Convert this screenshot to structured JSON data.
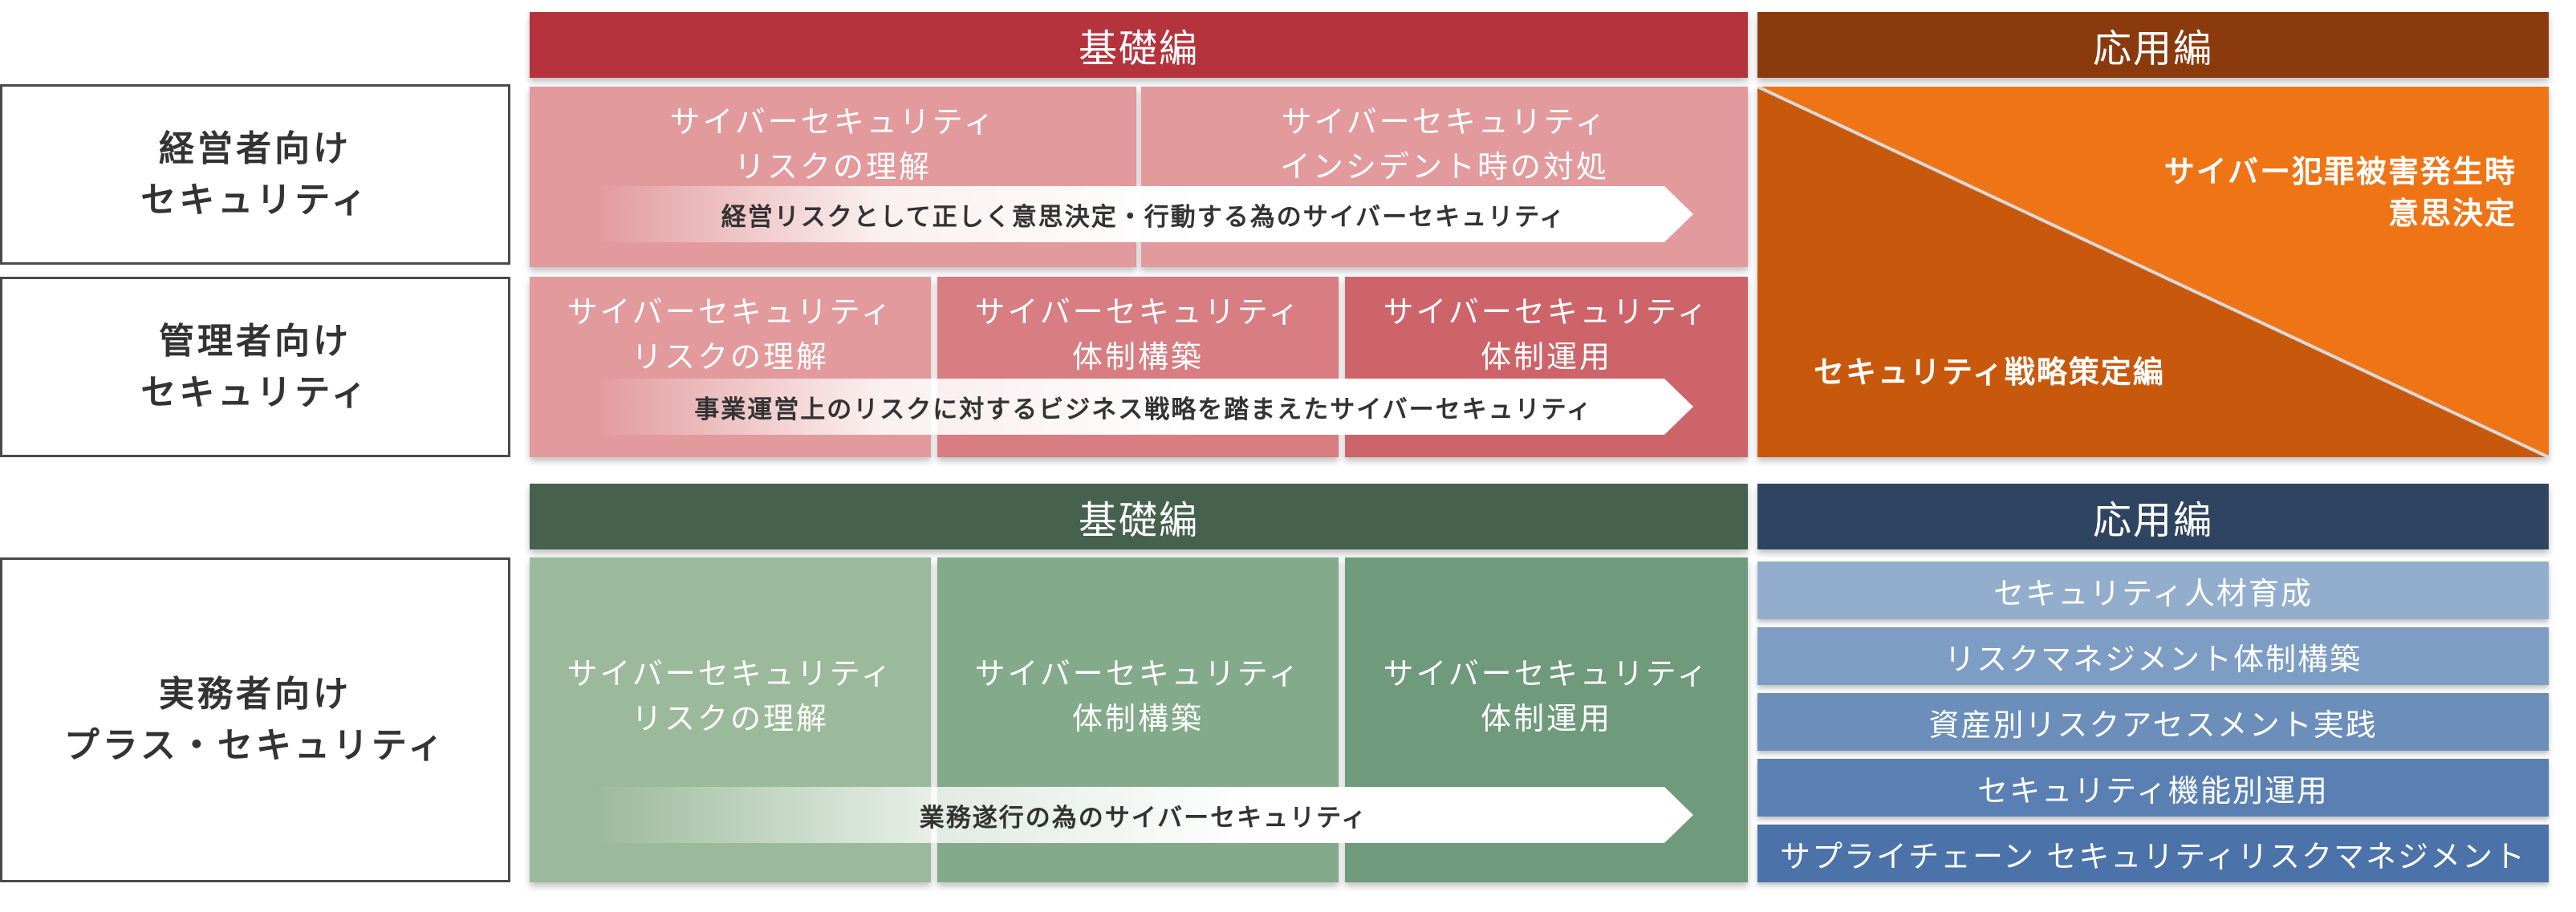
{
  "colors": {
    "basic_header_top": "#b5333c",
    "applied_header_top": "#8b3a0e",
    "pink_light": "#e29a9c",
    "pink_mid": "#d87d81",
    "pink_dark": "#cd6469",
    "orange_light": "#ef7416",
    "orange_dark": "#c8590c",
    "basic_header_bottom": "#46614e",
    "applied_header_bottom": "#2e4461",
    "green_light": "#9bba9b",
    "green_mid": "#83aa8b",
    "green_dark": "#6f9a7c",
    "blue_1": "#93aecd",
    "blue_2": "#7e9dc4",
    "blue_3": "#6b8ebb",
    "blue_4": "#5a80b3",
    "blue_5": "#4b72a9"
  },
  "row_labels": {
    "executive": [
      "経営者向け",
      "セキュリティ"
    ],
    "manager": [
      "管理者向け",
      "セキュリティ"
    ],
    "practitioner": [
      "実務者向け",
      "プラス・セキュリティ"
    ]
  },
  "top": {
    "basic_header": "基礎編",
    "applied_header": "応用編",
    "executive_cells": [
      [
        "サイバーセキュリティ",
        "リスクの理解"
      ],
      [
        "サイバーセキュリティ",
        "インシデント時の対処"
      ]
    ],
    "executive_arrow": "経営リスクとして正しく意思決定・行動する為のサイバーセキュリティ",
    "manager_cells": [
      [
        "サイバーセキュリティ",
        "リスクの理解"
      ],
      [
        "サイバーセキュリティ",
        "体制構築"
      ],
      [
        "サイバーセキュリティ",
        "体制運用"
      ]
    ],
    "manager_arrow": "事業運営上のリスクに対するビジネス戦略を踏まえたサイバーセキュリティ",
    "applied_upper": [
      "サイバー犯罪被害発生時",
      "意思決定"
    ],
    "applied_lower": "セキュリティ戦略策定編"
  },
  "bottom": {
    "basic_header": "基礎編",
    "applied_header": "応用編",
    "cells": [
      [
        "サイバーセキュリティ",
        "リスクの理解"
      ],
      [
        "サイバーセキュリティ",
        "体制構築"
      ],
      [
        "サイバーセキュリティ",
        "体制運用"
      ]
    ],
    "arrow": "業務遂行の為のサイバーセキュリティ",
    "applied_items": [
      "セキュリティ人材育成",
      "リスクマネジメント体制構築",
      "資産別リスクアセスメント実践",
      "セキュリティ機能別運用",
      "サプライチェーン セキュリティリスクマネジメント"
    ]
  }
}
